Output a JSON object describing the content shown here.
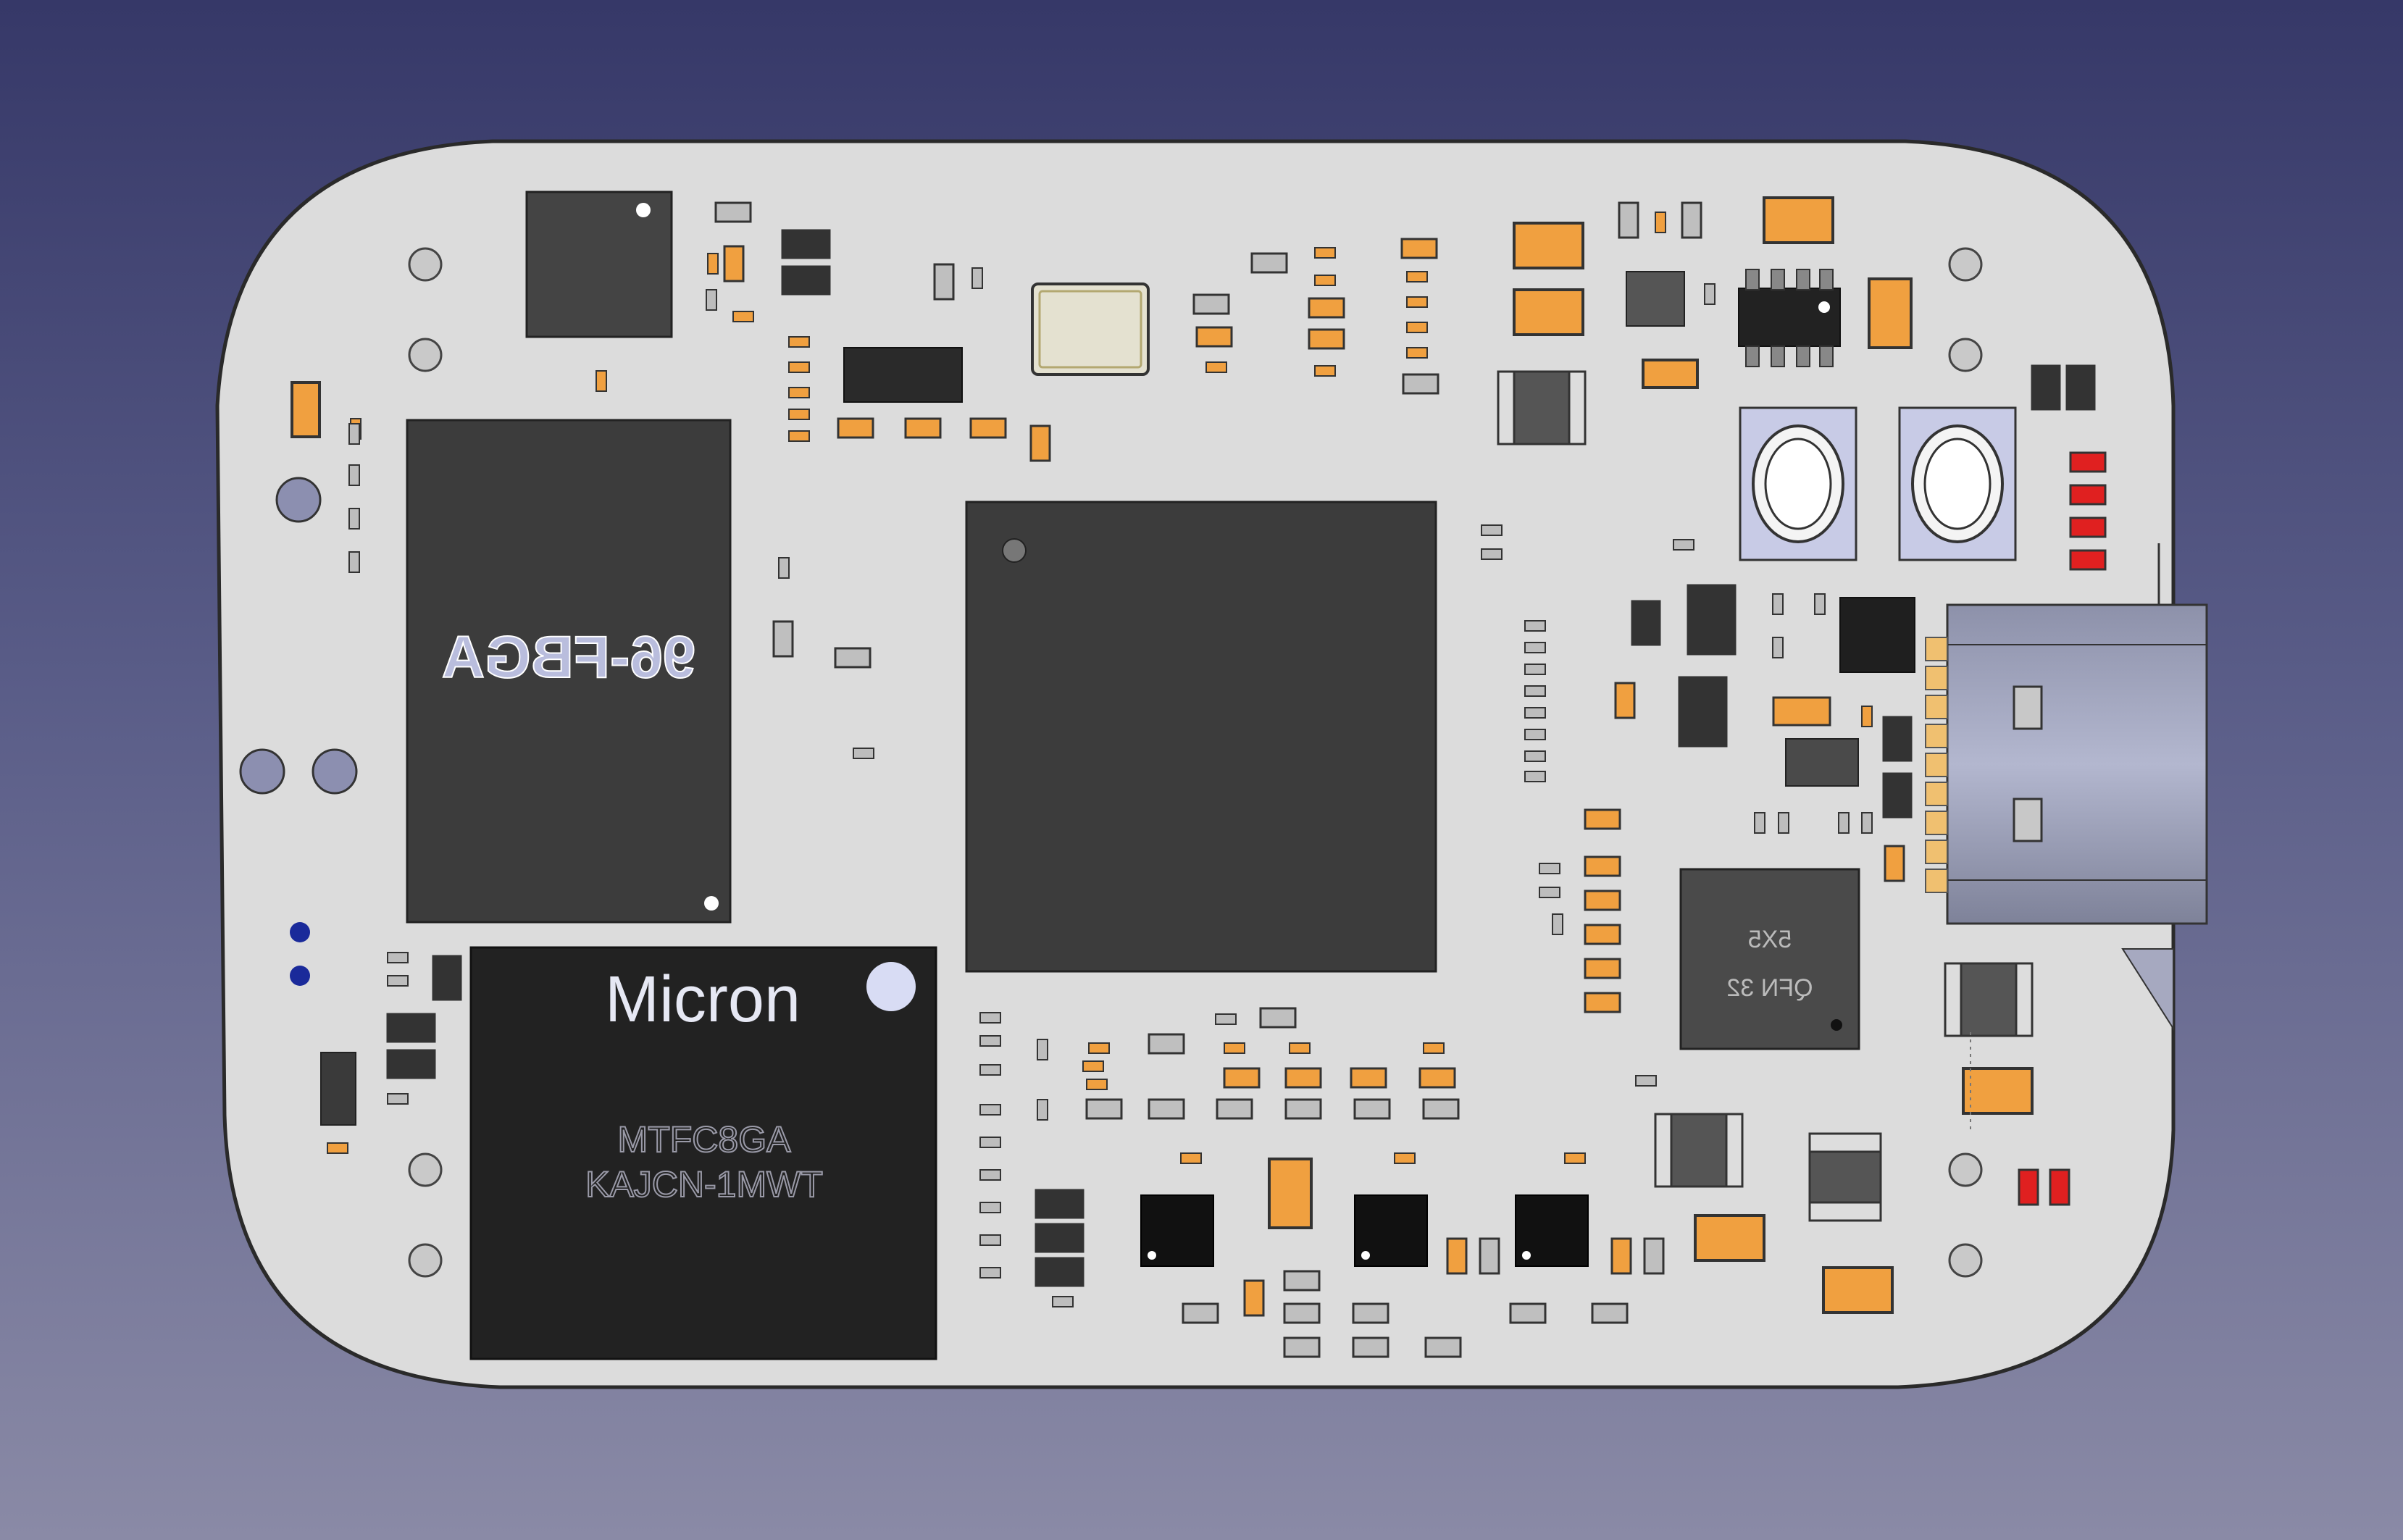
{
  "view": {
    "title": "",
    "colors": {
      "background_top": "#363868",
      "background_bottom": "#8a8aa6",
      "board": "#dcdcdc",
      "board_edge": "#2a2a2a",
      "ic_body": "#3c3c3c",
      "ic_body_dark": "#1c1c1c",
      "smd_pad": "#f0a040",
      "led_red": "#e02020",
      "via_blue": "#1a2a9a",
      "connector_metal": "#a9adc4",
      "button_cap": "#c8cbe6"
    }
  },
  "pcb": {
    "ram_chip": {
      "label": "96-FBGA",
      "mirrored": true
    },
    "emmc_chip": {
      "brand": "Micron",
      "part_line1": "MTFC8GA",
      "part_line2": "KAJCN-1MWT"
    },
    "pmic_chip": {
      "line1": "5X5",
      "line2": "QFN 32",
      "mirrored": true
    },
    "main_soc": {
      "label": ""
    },
    "usb_connector": {
      "type": "USB-C receptacle"
    },
    "buttons": [
      {
        "name": "tact-switch-left"
      },
      {
        "name": "tact-switch-right"
      }
    ],
    "crystal": {
      "name": "oscillator-crystal"
    }
  }
}
